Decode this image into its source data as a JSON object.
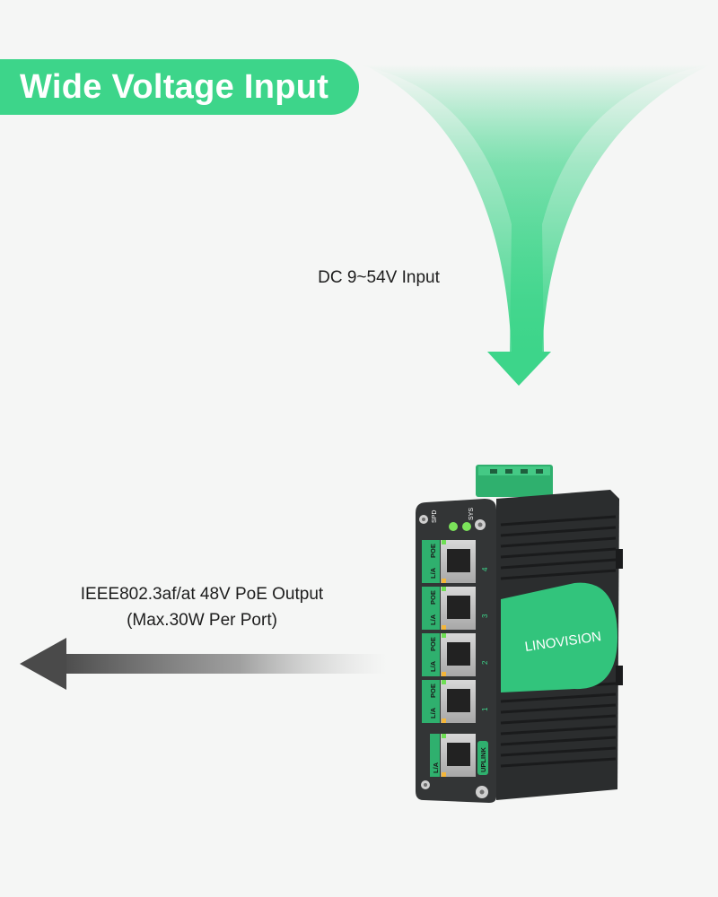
{
  "headline": "Wide Voltage Input",
  "input_label": "DC 9~54V Input",
  "output_label_line1": "IEEE802.3af/at 48V PoE Output",
  "output_label_line2": "(Max.30W Per Port)",
  "device": {
    "brand": "LINOVISION",
    "led_labels": [
      "SPD",
      "SYS"
    ],
    "port_poe_label": "POE",
    "port_link_label": "L/A",
    "port_numbers": [
      "4",
      "3",
      "2",
      "1"
    ],
    "uplink_label": "UPLINK"
  },
  "colors": {
    "accent_green": "#3dd58a",
    "housing": "#2b2d2e",
    "arrow_gray": "#4a4a4a",
    "background": "#f5f6f5"
  },
  "icons": {
    "input_arrow": "down-arrow-icon",
    "output_arrow": "left-arrow-icon"
  }
}
